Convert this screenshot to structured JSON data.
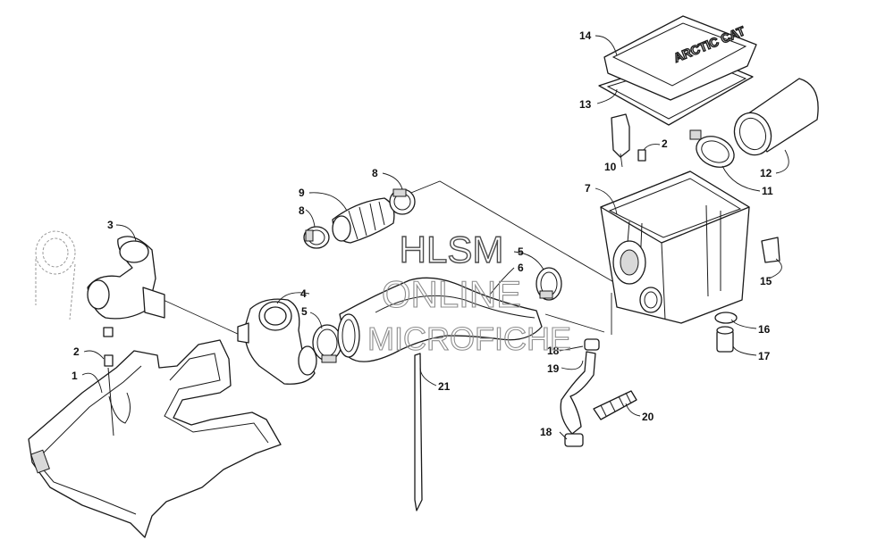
{
  "watermark": {
    "line1": "HLSM",
    "line2": "ONLINE",
    "line3": "MICROFICHE"
  },
  "lid_logo": "ARCTIC CAT",
  "callouts": [
    {
      "id": "c1",
      "label": "1"
    },
    {
      "id": "c2a",
      "label": "2"
    },
    {
      "id": "c2b",
      "label": "2"
    },
    {
      "id": "c3",
      "label": "3"
    },
    {
      "id": "c4",
      "label": "4"
    },
    {
      "id": "c5a",
      "label": "5"
    },
    {
      "id": "c5b",
      "label": "5"
    },
    {
      "id": "c6",
      "label": "6"
    },
    {
      "id": "c7",
      "label": "7"
    },
    {
      "id": "c8a",
      "label": "8"
    },
    {
      "id": "c8b",
      "label": "8"
    },
    {
      "id": "c9",
      "label": "9"
    },
    {
      "id": "c10",
      "label": "10"
    },
    {
      "id": "c11",
      "label": "11"
    },
    {
      "id": "c12",
      "label": "12"
    },
    {
      "id": "c13",
      "label": "13"
    },
    {
      "id": "c14",
      "label": "14"
    },
    {
      "id": "c15",
      "label": "15"
    },
    {
      "id": "c16",
      "label": "16"
    },
    {
      "id": "c17",
      "label": "17"
    },
    {
      "id": "c18a",
      "label": "18"
    },
    {
      "id": "c18b",
      "label": "18"
    },
    {
      "id": "c19",
      "label": "19"
    },
    {
      "id": "c20",
      "label": "20"
    },
    {
      "id": "c21",
      "label": "21"
    }
  ]
}
